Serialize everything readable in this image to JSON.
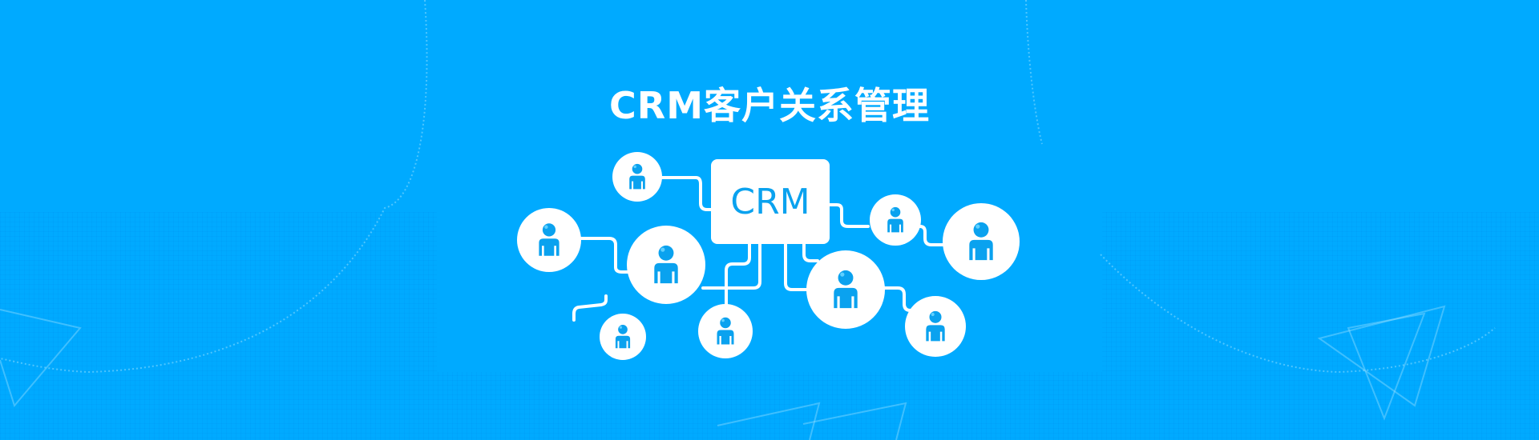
{
  "banner": {
    "title": "CRM客户关系管理",
    "hub_label": "CRM",
    "colors": {
      "background": "#00aaff",
      "foreground": "#ffffff",
      "accent": "#0aa2ef"
    }
  },
  "diagram": {
    "hub": {
      "label": "CRM",
      "icon": "crm-box"
    },
    "nodes": [
      {
        "id": "node-1",
        "icon": "user-icon",
        "size": "small"
      },
      {
        "id": "node-2",
        "icon": "user-icon",
        "size": "medium"
      },
      {
        "id": "node-3",
        "icon": "user-icon",
        "size": "large"
      },
      {
        "id": "node-4",
        "icon": "user-icon",
        "size": "small"
      },
      {
        "id": "node-5",
        "icon": "user-icon",
        "size": "medium"
      },
      {
        "id": "node-6",
        "icon": "user-icon",
        "size": "small"
      },
      {
        "id": "node-7",
        "icon": "user-icon",
        "size": "large"
      },
      {
        "id": "node-8",
        "icon": "user-icon",
        "size": "large"
      },
      {
        "id": "node-9",
        "icon": "user-icon",
        "size": "medium"
      }
    ]
  }
}
